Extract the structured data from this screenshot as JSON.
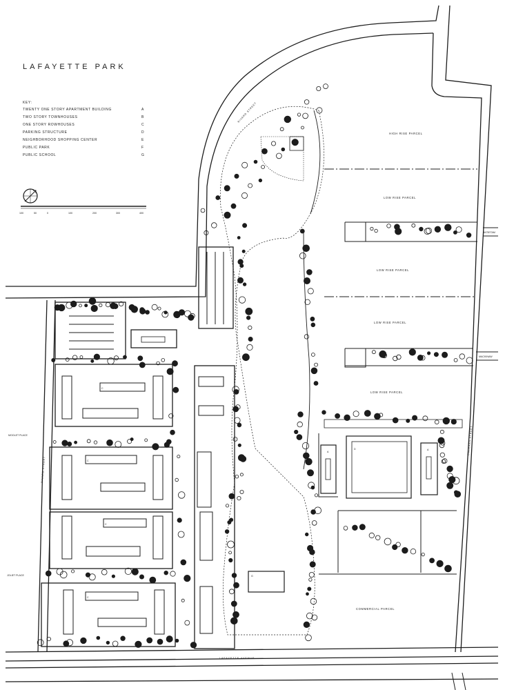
{
  "title": "LAFAYETTE PARK",
  "key": {
    "heading": "KEY:",
    "items": [
      {
        "label": "TWENTY ONE STORY APARTMENT BUILDING",
        "letter": "A"
      },
      {
        "label": "TWO STORY TOWNHOUSES",
        "letter": "B"
      },
      {
        "label": "ONE STORY ROWHOUSES",
        "letter": "C"
      },
      {
        "label": "PARKING STRUCTURE",
        "letter": "D"
      },
      {
        "label": "NEIGHBORHOOD SHOPPING CENTER",
        "letter": "E"
      },
      {
        "label": "PUBLIC PARK",
        "letter": "F"
      },
      {
        "label": "PUBLIC SCHOOL",
        "letter": "G"
      }
    ]
  },
  "scale_bar": {
    "ticks": [
      "100",
      "50",
      "0",
      "100",
      "200",
      "300",
      "400"
    ]
  },
  "parcels": {
    "high_rise": "HIGH RISE PARCEL",
    "low_rise_1": "LOW RISE PARCEL",
    "low_rise_2": "LOW RISE PARCEL",
    "low_rise_3": "LOW RISE PARCEL",
    "low_rise_4": "LOW RISE PARCEL",
    "commercial": "COMMERCIAL PARCEL"
  },
  "streets": {
    "rivard": "RIVARD STREET",
    "lafayette": "LAFAYETTE AVENUE",
    "orleans": "ORLEANS STREET",
    "rivard_left": "RIVARD STREET",
    "moolet": "MOOLET PLACE",
    "joliet": "JOLIET PLACE",
    "antietam_right": "ANTIETAM",
    "mack_right": "MACKINAW"
  },
  "letters": {
    "a1": "A",
    "a2": "A",
    "d": "D",
    "g": "G",
    "c1": "C",
    "c2": "C",
    "c3": "C",
    "c4": "C"
  }
}
